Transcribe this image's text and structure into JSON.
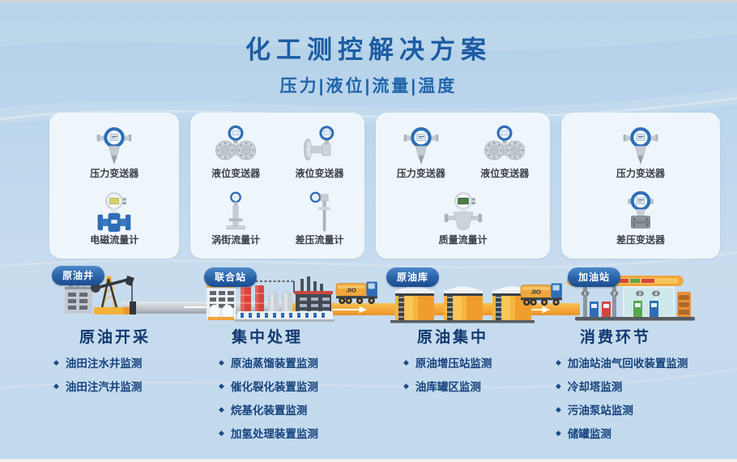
{
  "header": {
    "title": "化工测控解决方案",
    "subtitle": "压力|液位|流量|温度"
  },
  "instrument_cards": [
    {
      "items": [
        {
          "icon": "pressure-transmitter-icon",
          "label": "压力变送器"
        },
        {
          "icon": "electromagnetic-flowmeter-icon",
          "label": "电磁流量计"
        }
      ]
    },
    {
      "items": [
        {
          "icon": "level-transmitter-flange-icon",
          "label": "液位变送器"
        },
        {
          "icon": "level-transmitter-side-icon",
          "label": "液位变送器"
        },
        {
          "icon": "vortex-flowmeter-icon",
          "label": "涡街流量计"
        },
        {
          "icon": "differential-pressure-flowmeter-icon",
          "label": "差压流量计"
        }
      ]
    },
    {
      "items": [
        {
          "icon": "pressure-transmitter-icon",
          "label": "压力变送器"
        },
        {
          "icon": "level-transmitter-flange-icon",
          "label": "液位变送器"
        },
        {
          "icon": "mass-flowmeter-icon",
          "label": "质量流量计"
        }
      ]
    },
    {
      "items": [
        {
          "icon": "pressure-transmitter-icon",
          "label": "压力变送器"
        },
        {
          "icon": "differential-pressure-transmitter-icon",
          "label": "差压变送器"
        }
      ]
    }
  ],
  "flow": {
    "bullet_glyph": "◆",
    "truck_label": "JIO",
    "pump_numbers": [
      "1",
      "2",
      "3",
      "4"
    ],
    "stages": [
      {
        "badge": "原油井",
        "title": "原油开采",
        "items": [
          "油田注水井监测",
          "油田注汽井监测"
        ]
      },
      {
        "badge": "联合站",
        "title": "集中处理",
        "items": [
          "原油蒸馏装置监测",
          "催化裂化装置监测",
          "烷基化装置监测",
          "加氢处理装置监测"
        ]
      },
      {
        "badge": "原油库",
        "title": "原油集中",
        "items": [
          "原油增压站监测",
          "油库罐区监测"
        ]
      },
      {
        "badge": "加油站",
        "title": "消费环节",
        "items": [
          "加油站油气回收装置监测",
          "冷却塔监测",
          "污油泵站监测",
          "储罐监测"
        ]
      }
    ]
  },
  "colors": {
    "title_blue": "#1d5ca3",
    "navy_text": "#12386f",
    "badge_blue": "#1b4c8f",
    "pipe_orange": "#f2a637",
    "instrument_blue": "#2f6fb8",
    "background_blue": "#bcd6ec"
  }
}
